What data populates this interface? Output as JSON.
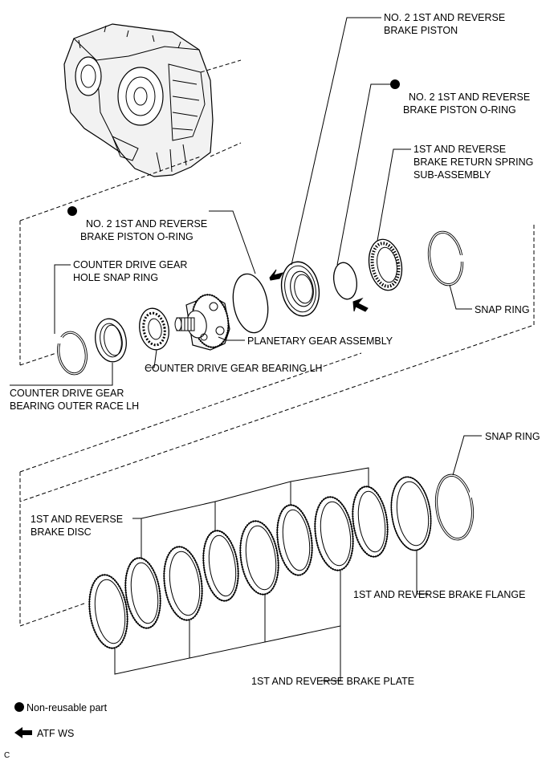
{
  "labels": {
    "piston": "NO. 2 1ST AND REVERSE\nBRAKE PISTON",
    "piston_oring_upper": "NO. 2 1ST AND REVERSE\nBRAKE PISTON O-RING",
    "return_spring": "1ST AND REVERSE\nBRAKE RETURN SPRING\nSUB-ASSEMBLY",
    "piston_oring_left": "NO. 2 1ST AND REVERSE\nBRAKE PISTON O-RING",
    "hole_snap_ring": "COUNTER DRIVE GEAR\nHOLE SNAP RING",
    "snap_ring_upper": "SNAP RING",
    "planetary": "PLANETARY GEAR ASSEMBLY",
    "bearing_lh": "COUNTER DRIVE GEAR BEARING LH",
    "outer_race": "COUNTER DRIVE GEAR\nBEARING OUTER RACE LH",
    "snap_ring_lower": "SNAP RING",
    "brake_disc": "1ST AND REVERSE\nBRAKE DISC",
    "brake_flange": "1ST AND REVERSE BRAKE FLANGE",
    "brake_plate": "1ST AND REVERSE BRAKE PLATE"
  },
  "legend": {
    "non_reusable": "Non-reusable part",
    "atf": "ATF WS"
  },
  "figure_id": "C",
  "colors": {
    "ink": "#000000",
    "background": "#ffffff",
    "part_gray": "#d9d9d9"
  },
  "icons": {
    "non_reusable": "filled-circle-icon",
    "atf": "left-arrow-icon"
  }
}
